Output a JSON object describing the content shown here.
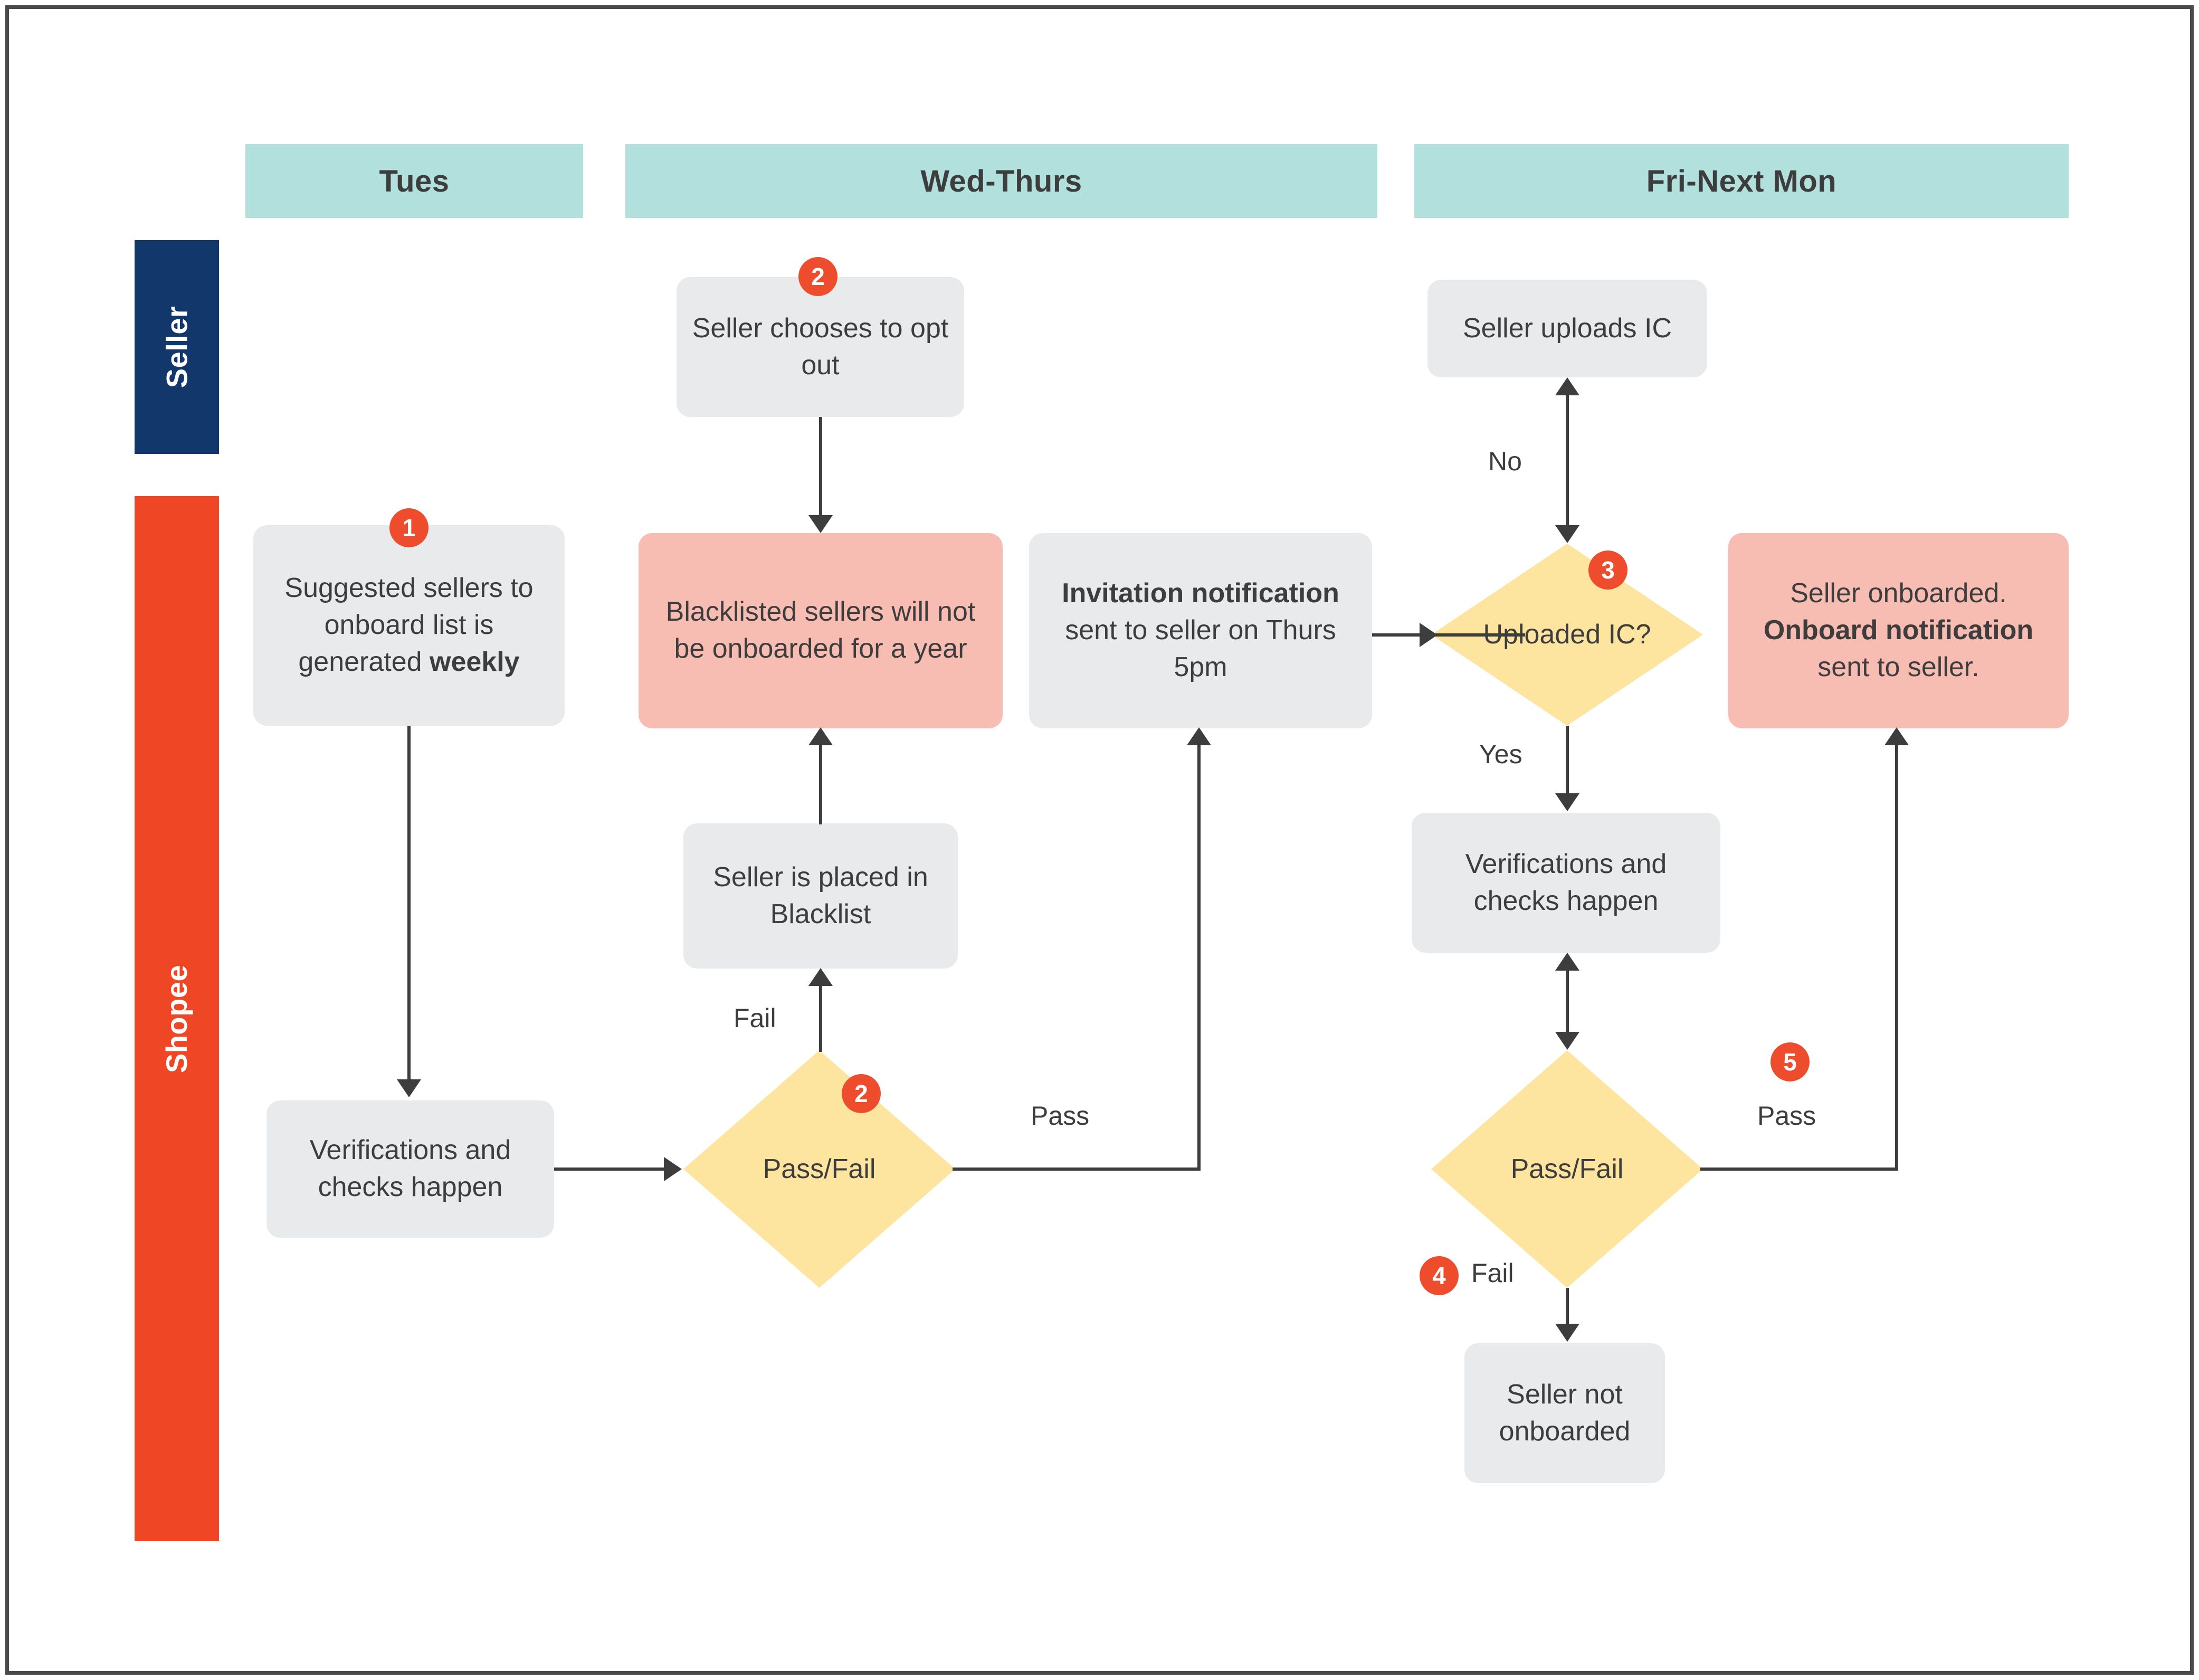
{
  "diagram": {
    "title": "Seller onboarding swimlane flowchart",
    "colors": {
      "phase_header_bg": "#b2e0dc",
      "lane_seller_bg": "#12376b",
      "lane_shopee_bg": "#ef4726",
      "node_gray_bg": "#e8eaec",
      "node_pink_bg": "#f8bdb2",
      "decision_yellow_bg": "#fde5a0",
      "badge_orange_bg": "#ee4d2d",
      "text": "#3d3d3d",
      "connector": "#3d3d3d",
      "frame_border": "#4a4a4a"
    }
  },
  "phases": [
    {
      "label": "Tues"
    },
    {
      "label": "Wed-Thurs"
    },
    {
      "label": "Fri-Next Mon"
    }
  ],
  "lanes": [
    {
      "label": "Seller"
    },
    {
      "label": "Shopee"
    }
  ],
  "nodes": {
    "seller_opt_out": {
      "text": "Seller chooses to opt out"
    },
    "seller_uploads_ic": {
      "text": "Seller uploads IC"
    },
    "suggested_sellers": {
      "text_plain": "Suggested sellers to onboard list is generated ",
      "text_bold": "weekly"
    },
    "blacklisted_sellers": {
      "text": "Blacklisted sellers will not be onboarded for a year"
    },
    "invitation_notification": {
      "text_bold": "Invitation notification",
      "text_plain": " sent to seller on Thurs 5pm"
    },
    "seller_onboarded": {
      "text_lead": "Seller onboarded. ",
      "text_bold": "Onboard notification",
      "text_tail": " sent to seller."
    },
    "seller_blacklist": {
      "text": "Seller is placed in Blacklist"
    },
    "verifications_1": {
      "text": "Verifications and checks happen"
    },
    "verifications_2": {
      "text": "Verifications and checks happen"
    },
    "seller_not_onboarded": {
      "text": "Seller not onboarded"
    }
  },
  "decisions": {
    "pass_fail_1": {
      "text": "Pass/Fail"
    },
    "uploaded_ic": {
      "text": "Uploaded IC?"
    },
    "pass_fail_2": {
      "text": "Pass/Fail"
    }
  },
  "badges": [
    {
      "number": "1",
      "attached_to": "suggested_sellers"
    },
    {
      "number": "2",
      "attached_to": "seller_opt_out"
    },
    {
      "number": "2",
      "attached_to": "pass_fail_1"
    },
    {
      "number": "3",
      "attached_to": "uploaded_ic"
    },
    {
      "number": "4",
      "attached_to": "pass_fail_2_fail_edge"
    },
    {
      "number": "5",
      "attached_to": "pass_fail_2_pass_edge"
    }
  ],
  "edge_labels": {
    "fail_1": "Fail",
    "pass_1": "Pass",
    "no": "No",
    "yes": "Yes",
    "pass_2": "Pass",
    "fail_2": "Fail"
  }
}
